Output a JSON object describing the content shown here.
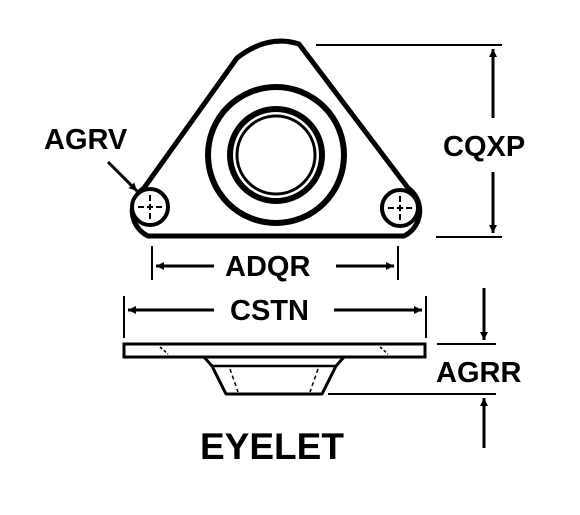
{
  "diagram": {
    "title": "EYELET",
    "labels": {
      "agrv": "AGRV",
      "cqxp": "CQXP",
      "adqr": "ADQR",
      "cstn": "CSTN",
      "agrr": "AGRR"
    },
    "colors": {
      "ink": "#000000",
      "paper": "#ffffff"
    }
  }
}
